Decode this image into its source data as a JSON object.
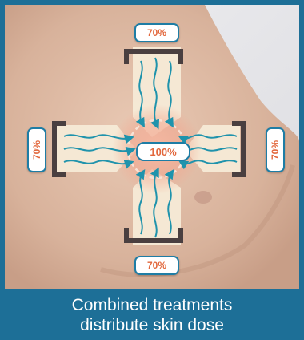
{
  "diagram": {
    "center_label": "100%",
    "beams": {
      "top_label": "70%",
      "left_label": "70%",
      "right_label": "70%",
      "bottom_label": "70%"
    },
    "colors": {
      "beam_fill": "#f6ecd8",
      "arrow": "#1f93ac",
      "applicator": "#4a3f40",
      "badge_border": "#1e7da5",
      "label_text": "#e2673c",
      "caption_bg": "#1d6f97"
    }
  },
  "caption": {
    "line1": "Combined treatments",
    "line2": "distribute skin dose"
  }
}
